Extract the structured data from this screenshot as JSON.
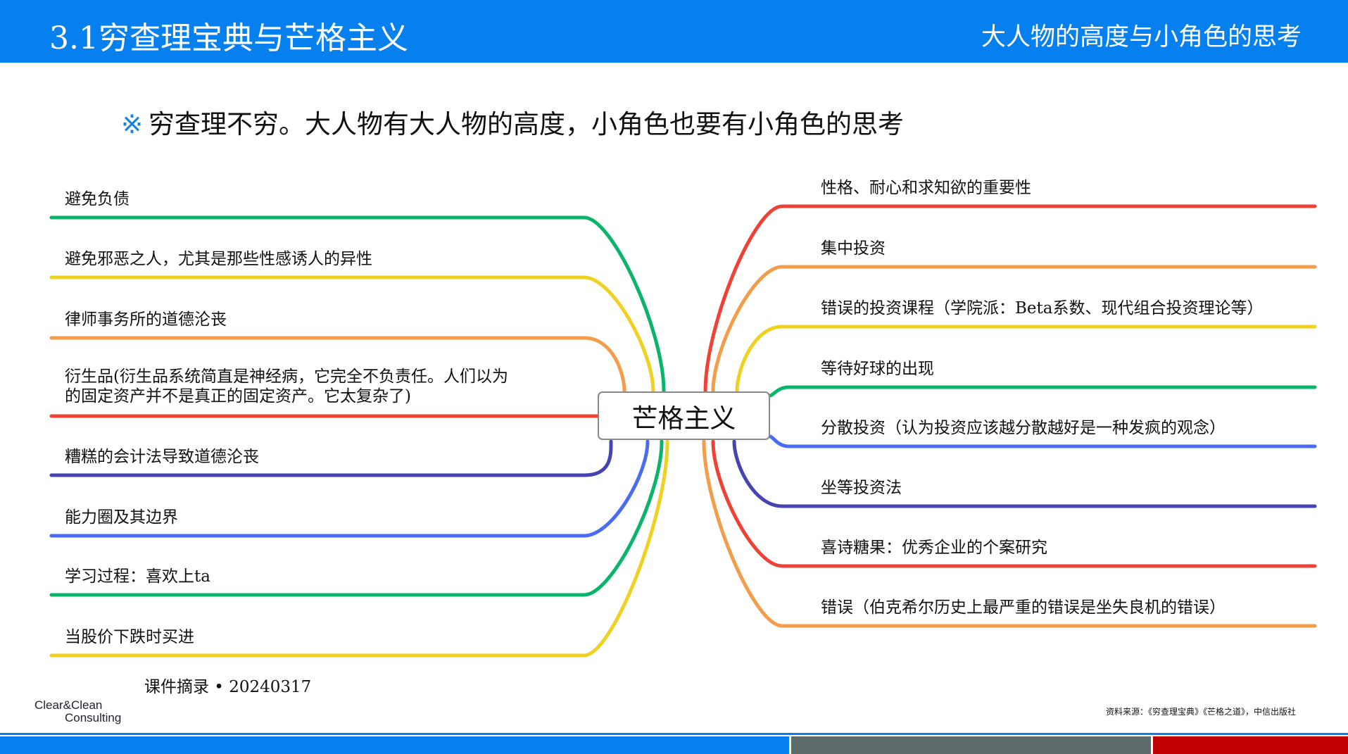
{
  "header": {
    "title": "3.1穷查理宝典与芒格主义",
    "right_title": "大人物的高度与小角色的思考"
  },
  "lead": {
    "mark": "※",
    "text": "穷查理不穷。大人物有大人物的高度，小角色也要有小角色的思考"
  },
  "mindmap": {
    "center": "芒格主义",
    "left": [
      {
        "label": "避免负债",
        "color": "#0bb46b"
      },
      {
        "label": "避免邪恶之人，尤其是那些性感诱人的异性",
        "color": "#efd122"
      },
      {
        "label": "律师事务所的道德沦丧",
        "color": "#f39c4a"
      },
      {
        "label": "衍生品(衍生品系统简直是神经病，它完全不负责任。人们以为",
        "label2": "的固定资产并不是真正的固定资产。它太复杂了)",
        "color": "#ef4136"
      },
      {
        "label": "糟糕的会计法导致道德沦丧",
        "color": "#4544b0"
      },
      {
        "label": "能力圈及其边界",
        "color": "#4a6cf5"
      },
      {
        "label": "学习过程：喜欢上ta",
        "color": "#0bb46b"
      },
      {
        "label": "当股价下跌时买进",
        "color": "#efd122"
      }
    ],
    "right": [
      {
        "label": "性格、耐心和求知欲的重要性",
        "color": "#ef4136"
      },
      {
        "label": "集中投资",
        "color": "#f39c4a"
      },
      {
        "label": "错误的投资课程（学院派：Beta系数、现代组合投资理论等）",
        "color": "#efd122"
      },
      {
        "label": "等待好球的出现",
        "color": "#0bb46b"
      },
      {
        "label": "分散投资（认为投资应该越分散越好是一种发疯的观念）",
        "color": "#4a6cf5"
      },
      {
        "label": "坐等投资法",
        "color": "#4544b0"
      },
      {
        "label": "喜诗糖果：优秀企业的个案研究",
        "color": "#ef4136"
      },
      {
        "label": "错误（伯克希尔历史上最严重的错误是坐失良机的错误）",
        "color": "#f39c4a"
      }
    ]
  },
  "footer": {
    "note": "课件摘录 • 20240317",
    "logo_line1": "Clear&Clean",
    "logo_line2": "Consulting",
    "source": "资料来源：《穷查理宝典》《芒格之道》，中信出版社"
  }
}
